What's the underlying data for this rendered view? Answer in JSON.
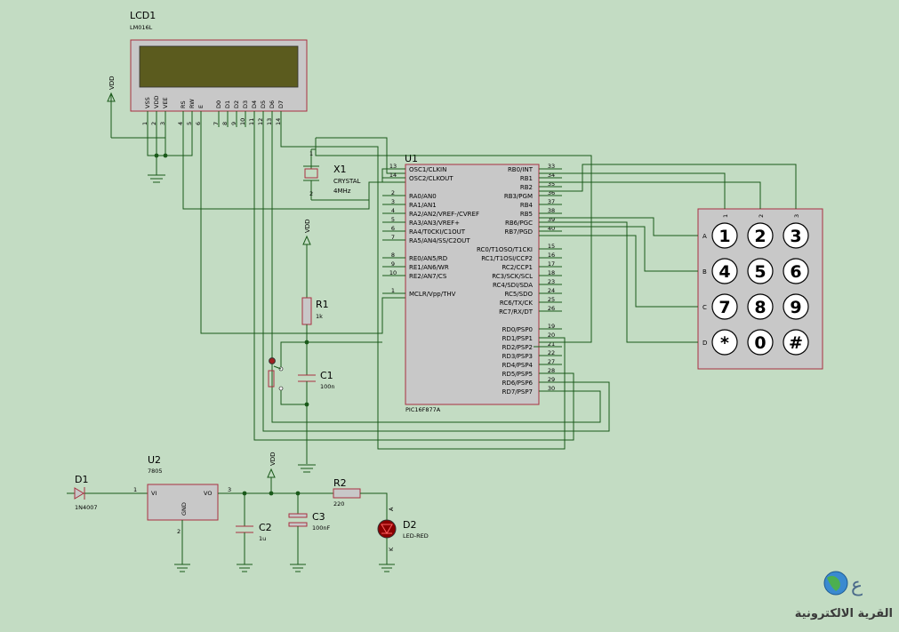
{
  "lcd": {
    "ref": "LCD1",
    "model": "LM016L",
    "pins": [
      "VSS",
      "VDD",
      "VEE",
      "RS",
      "RW",
      "E",
      "D0",
      "D1",
      "D2",
      "D3",
      "D4",
      "D5",
      "D6",
      "D7"
    ],
    "pin_numbers": [
      "1",
      "2",
      "3",
      "4",
      "5",
      "6",
      "7",
      "8",
      "9",
      "10",
      "11",
      "12",
      "13",
      "14"
    ]
  },
  "power_labels": {
    "vdd_lcd": "VDD",
    "vdd_mcu": "VDD",
    "vdd_reg": "VDD"
  },
  "crystal": {
    "ref": "X1",
    "type": "CRYSTAL",
    "freq": "4MHz",
    "pin1": "1",
    "pin2": "2"
  },
  "mcu": {
    "ref": "U1",
    "model": "PIC16F877A",
    "left_pins": [
      {
        "num": "13",
        "name": "OSC1/CLKIN"
      },
      {
        "num": "14",
        "name": "OSC2/CLKOUT"
      },
      {
        "num": "2",
        "name": "RA0/AN0"
      },
      {
        "num": "3",
        "name": "RA1/AN1"
      },
      {
        "num": "4",
        "name": "RA2/AN2/VREF-/CVREF"
      },
      {
        "num": "5",
        "name": "RA3/AN3/VREF+"
      },
      {
        "num": "6",
        "name": "RA4/T0CKI/C1OUT"
      },
      {
        "num": "7",
        "name": "RA5/AN4/SS/C2OUT"
      },
      {
        "num": "8",
        "name": "RE0/AN5/RD"
      },
      {
        "num": "9",
        "name": "RE1/AN6/WR"
      },
      {
        "num": "10",
        "name": "RE2/AN7/CS"
      },
      {
        "num": "1",
        "name": "MCLR/Vpp/THV"
      }
    ],
    "right_pins": [
      {
        "num": "33",
        "name": "RB0/INT"
      },
      {
        "num": "34",
        "name": "RB1"
      },
      {
        "num": "35",
        "name": "RB2"
      },
      {
        "num": "36",
        "name": "RB3/PGM"
      },
      {
        "num": "37",
        "name": "RB4"
      },
      {
        "num": "38",
        "name": "RB5"
      },
      {
        "num": "39",
        "name": "RB6/PGC"
      },
      {
        "num": "40",
        "name": "RB7/PGD"
      },
      {
        "num": "15",
        "name": "RC0/T1OSO/T1CKI"
      },
      {
        "num": "16",
        "name": "RC1/T1OSI/CCP2"
      },
      {
        "num": "17",
        "name": "RC2/CCP1"
      },
      {
        "num": "18",
        "name": "RC3/SCK/SCL"
      },
      {
        "num": "23",
        "name": "RC4/SDI/SDA"
      },
      {
        "num": "24",
        "name": "RC5/SDO"
      },
      {
        "num": "25",
        "name": "RC6/TX/CK"
      },
      {
        "num": "26",
        "name": "RC7/RX/DT"
      },
      {
        "num": "19",
        "name": "RD0/PSP0"
      },
      {
        "num": "20",
        "name": "RD1/PSP1"
      },
      {
        "num": "21",
        "name": "RD2/PSP2"
      },
      {
        "num": "22",
        "name": "RD3/PSP3"
      },
      {
        "num": "27",
        "name": "RD4/PSP4"
      },
      {
        "num": "28",
        "name": "RD5/PSP5"
      },
      {
        "num": "29",
        "name": "RD6/PSP6"
      },
      {
        "num": "30",
        "name": "RD7/PSP7"
      }
    ]
  },
  "r1": {
    "ref": "R1",
    "value": "1k"
  },
  "c1": {
    "ref": "C1",
    "value": "100n"
  },
  "keypad": {
    "col_labels": [
      "1",
      "2",
      "3"
    ],
    "row_labels": [
      "A",
      "B",
      "C",
      "D"
    ],
    "keys": [
      "1",
      "2",
      "3",
      "4",
      "5",
      "6",
      "7",
      "8",
      "9",
      "*",
      "0",
      "#"
    ]
  },
  "d1": {
    "ref": "D1",
    "model": "1N4007"
  },
  "u2": {
    "ref": "U2",
    "model": "7805",
    "vi": "VI",
    "vo": "VO",
    "gnd": "GND",
    "pin1": "1",
    "pin2": "2",
    "pin3": "3"
  },
  "c2": {
    "ref": "C2",
    "value": "1u"
  },
  "c3": {
    "ref": "C3",
    "value": "100nF"
  },
  "r2": {
    "ref": "R2",
    "value": "220"
  },
  "d2": {
    "ref": "D2",
    "model": "LED-RED",
    "anode": "A",
    "cathode": "K"
  },
  "watermark": {
    "text": "القرية الالكترونية"
  },
  "colors": {
    "background": "#c3dcc3",
    "wire": "#1a5a1a",
    "component_outline": "#a83040",
    "chip_fill": "#c8c8c8",
    "lcd_screen": "#5b5b1e",
    "led": "#8b0000"
  }
}
